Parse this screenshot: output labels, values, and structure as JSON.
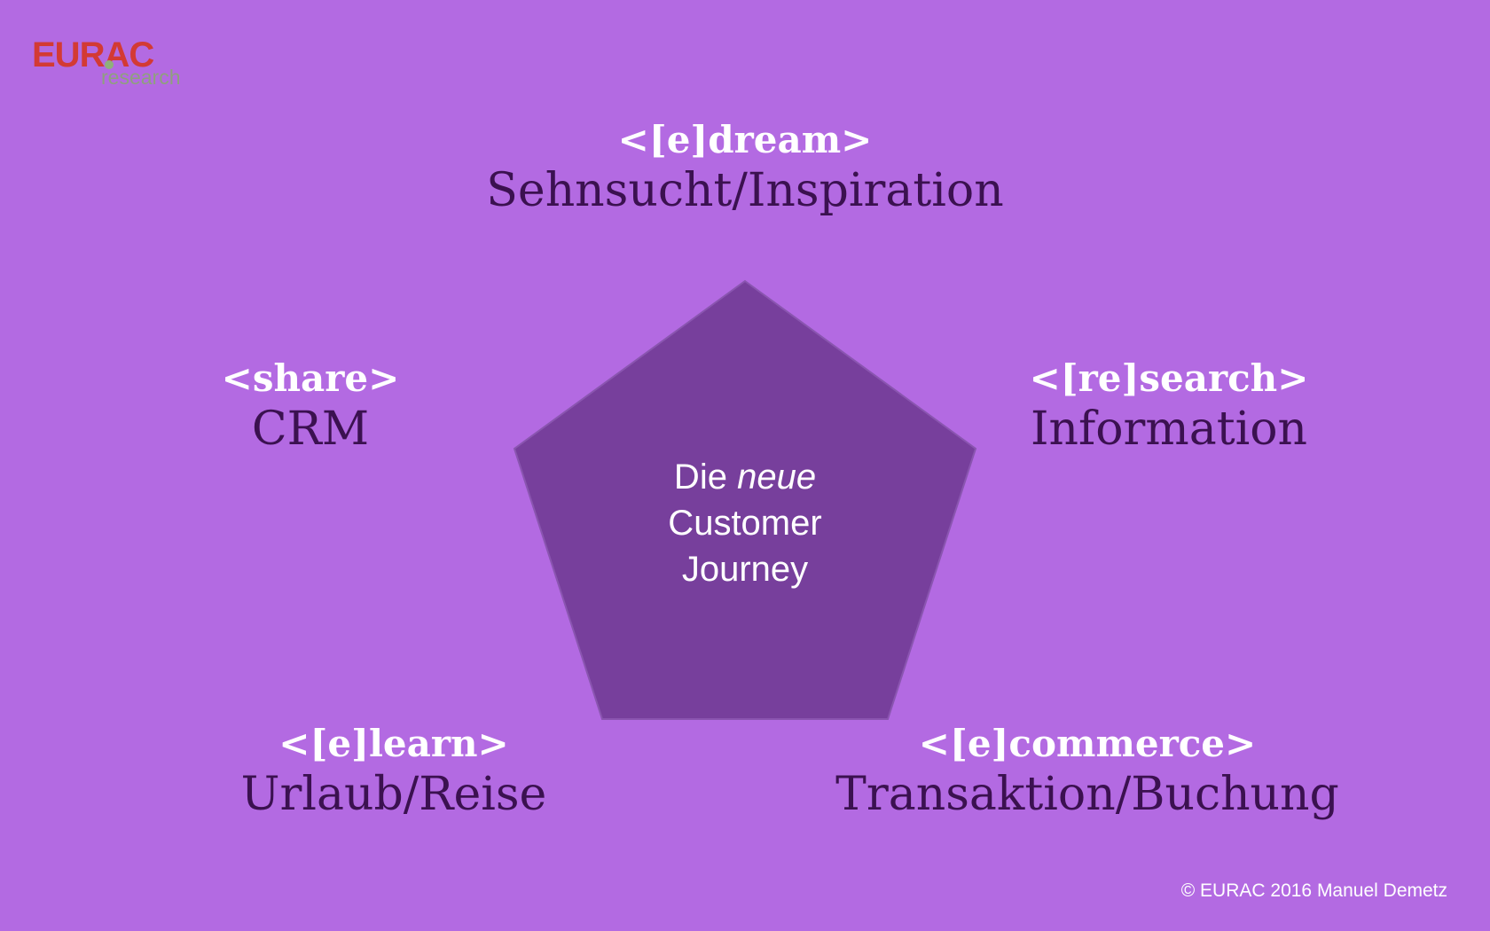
{
  "logo": {
    "main": "EURAC",
    "sub": "research"
  },
  "colors": {
    "background": "#b36ae2",
    "pentagon": "#773f9c",
    "label": "#3b1150",
    "tag": "#ffffff",
    "logo_red": "#d33a34",
    "logo_green": "#8fa07e"
  },
  "center": {
    "word1": "Die",
    "word2": "neue",
    "line2": "Customer",
    "line3": "Journey"
  },
  "nodes": {
    "top": {
      "tag": "<[e]dream>",
      "label": "Sehnsucht/Inspiration"
    },
    "right": {
      "tag": "<[re]search>",
      "label": "Information"
    },
    "bottom_right": {
      "tag": "<[e]commerce>",
      "label": "Transaktion/Buchung"
    },
    "bottom_left": {
      "tag": "<[e]learn>",
      "label": "Urlaub/Reise"
    },
    "left": {
      "tag": "<share>",
      "label": "CRM"
    }
  },
  "footer": {
    "copyright": "© EURAC 2016 Manuel Demetz"
  }
}
